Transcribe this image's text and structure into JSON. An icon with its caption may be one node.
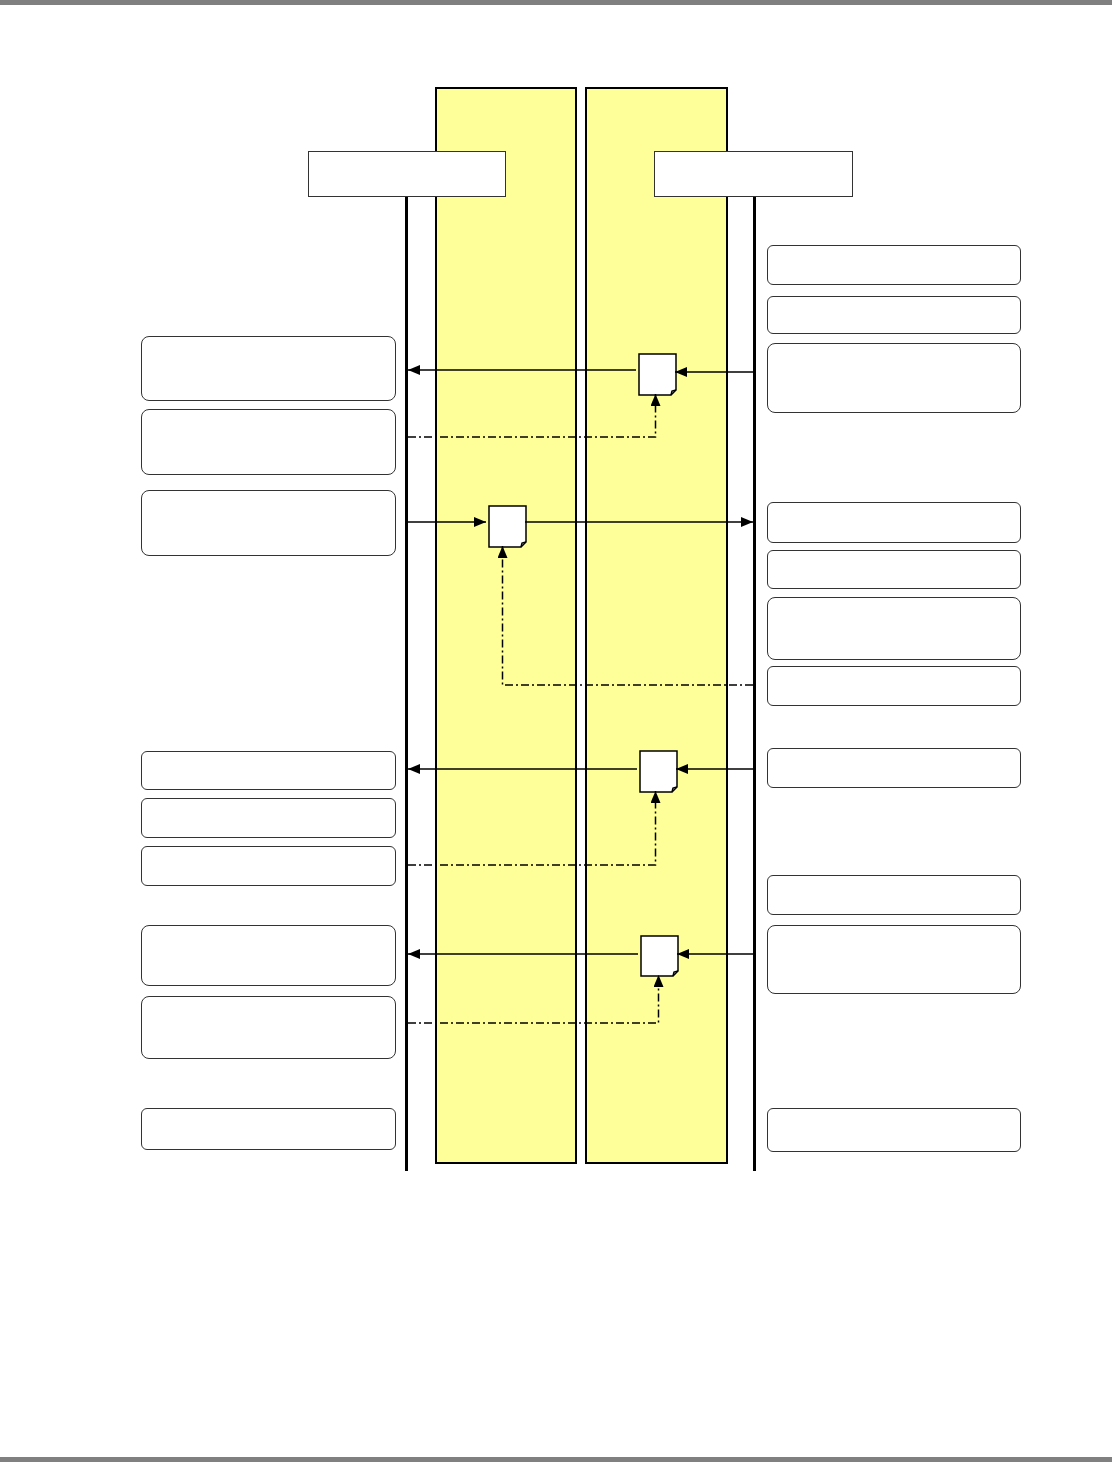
{
  "diagram": {
    "nodes": [
      {
        "text": [],
        "shape": "bar"
      },
      {
        "text": [],
        "shape": "bar"
      },
      {
        "text": [],
        "shape": "box"
      },
      {
        "text": [],
        "shape": "box"
      },
      {
        "text": [],
        "shape": "line"
      },
      {
        "text": [],
        "shape": "line"
      },
      {
        "text": [],
        "shape": "box"
      },
      {
        "text": [],
        "shape": "box"
      },
      {
        "text": [],
        "shape": "box"
      },
      {
        "text": [],
        "shape": "document",
        "in": 1
      },
      {
        "text": [],
        "shape": "box"
      },
      {
        "text": [],
        "shape": "box"
      },
      {
        "text": [],
        "shape": "box"
      },
      {
        "text": [],
        "shape": "document",
        "in": 0
      },
      {
        "text": [],
        "shape": "box"
      },
      {
        "text": [],
        "shape": "box"
      },
      {
        "text": [],
        "shape": "box"
      },
      {
        "text": [],
        "shape": "box"
      },
      {
        "text": [],
        "shape": "box"
      },
      {
        "text": [],
        "shape": "document",
        "in": 1
      },
      {
        "text": [],
        "shape": "box"
      },
      {
        "text": [],
        "shape": "box"
      },
      {
        "text": [],
        "shape": "box"
      },
      {
        "text": [],
        "shape": "box"
      },
      {
        "text": [],
        "shape": "box"
      },
      {
        "text": [],
        "shape": "document",
        "in": 1
      },
      {
        "text": [],
        "shape": "box"
      },
      {
        "text": [],
        "shape": "box"
      },
      {
        "text": [],
        "shape": "box"
      },
      {
        "text": [],
        "shape": "box"
      }
    ],
    "edges": [
      {
        "from": 5,
        "to": 9,
        "arrow": "to"
      },
      {
        "from": 9,
        "to": 4,
        "arrow": "to"
      },
      {
        "from": 4,
        "to": 9,
        "arrow": "to",
        "style": "dashed"
      },
      {
        "from": 4,
        "to": 13,
        "arrow": "to"
      },
      {
        "from": 13,
        "to": 5,
        "arrow": "to"
      },
      {
        "from": 5,
        "to": 13,
        "arrow": "to",
        "style": "dashed"
      },
      {
        "from": 5,
        "to": 19,
        "arrow": "to"
      },
      {
        "from": 19,
        "to": 4,
        "arrow": "to"
      },
      {
        "from": 4,
        "to": 19,
        "arrow": "to",
        "style": "dashed"
      },
      {
        "from": 5,
        "to": 25,
        "arrow": "to"
      },
      {
        "from": 25,
        "to": 4,
        "arrow": "to"
      },
      {
        "from": 4,
        "to": 25,
        "arrow": "to",
        "style": "dashed"
      }
    ]
  }
}
